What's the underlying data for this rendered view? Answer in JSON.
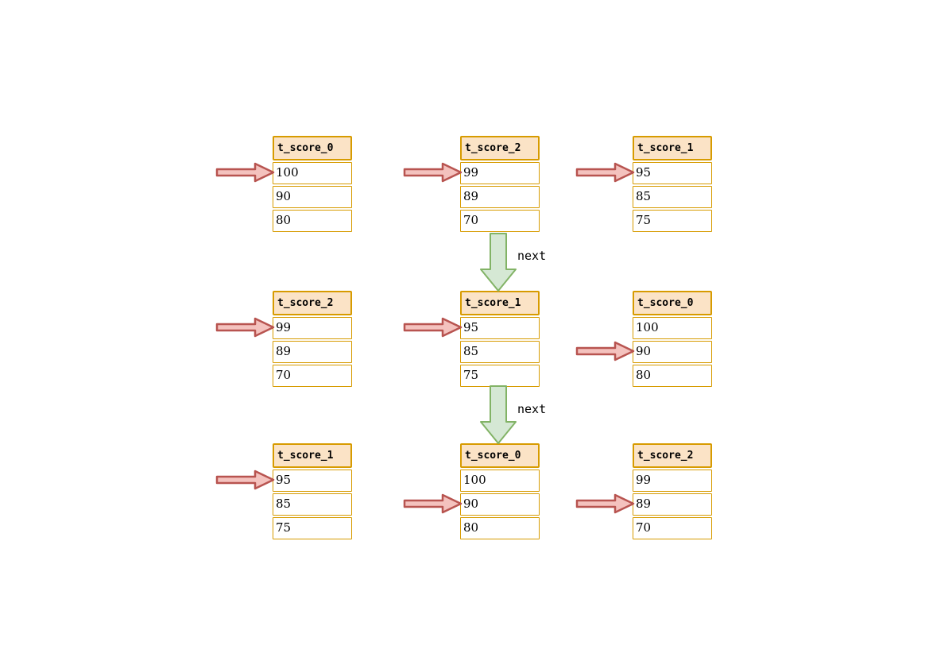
{
  "colors": {
    "canvas_bg": "#FFFFFF",
    "table_border": "#D79B00",
    "header_fill": "#FBE3C6",
    "row_fill": "#FFFFFF",
    "text_color": "#000000",
    "pink_arrow_fill": "#F4C2BE",
    "pink_arrow_stroke": "#B85450",
    "green_arrow_fill": "#D5E8D4",
    "green_arrow_stroke": "#82B366"
  },
  "tables": [
    {
      "title": "t_score_0",
      "rows": [
        "100",
        "90",
        "80"
      ],
      "pointer_row": 0,
      "grid_row": 1,
      "grid_col": 1
    },
    {
      "title": "t_score_2",
      "rows": [
        "99",
        "89",
        "70"
      ],
      "pointer_row": 0,
      "grid_row": 1,
      "grid_col": 2
    },
    {
      "title": "t_score_1",
      "rows": [
        "95",
        "85",
        "75"
      ],
      "pointer_row": 0,
      "grid_row": 1,
      "grid_col": 3
    },
    {
      "title": "t_score_2",
      "rows": [
        "99",
        "89",
        "70"
      ],
      "pointer_row": 0,
      "grid_row": 2,
      "grid_col": 1
    },
    {
      "title": "t_score_1",
      "rows": [
        "95",
        "85",
        "75"
      ],
      "pointer_row": 0,
      "grid_row": 2,
      "grid_col": 2
    },
    {
      "title": "t_score_0",
      "rows": [
        "100",
        "90",
        "80"
      ],
      "pointer_row": 1,
      "grid_row": 2,
      "grid_col": 3
    },
    {
      "title": "t_score_1",
      "rows": [
        "95",
        "85",
        "75"
      ],
      "pointer_row": 0,
      "grid_row": 3,
      "grid_col": 1
    },
    {
      "title": "t_score_0",
      "rows": [
        "100",
        "90",
        "80"
      ],
      "pointer_row": 1,
      "grid_row": 3,
      "grid_col": 2
    },
    {
      "title": "t_score_2",
      "rows": [
        "99",
        "89",
        "70"
      ],
      "pointer_row": 1,
      "grid_row": 3,
      "grid_col": 3
    }
  ],
  "connections": [
    {
      "label": "next",
      "from": "t_score_2",
      "to": "t_score_1",
      "location": "middle column, row 1 to row 2"
    },
    {
      "label": "next",
      "from": "t_score_1",
      "to": "t_score_0",
      "location": "middle column, row 2 to row 3"
    }
  ]
}
